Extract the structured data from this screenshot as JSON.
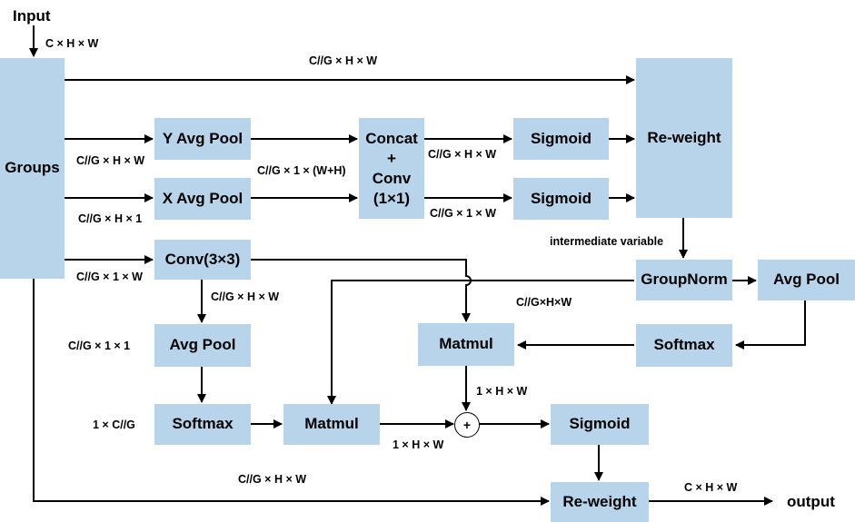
{
  "input_label": "Input",
  "output_label": "output",
  "nodes": {
    "groups": "Groups",
    "y_avg_pool": "Y Avg Pool",
    "x_avg_pool": "X Avg Pool",
    "concat": "Concat\n+\nConv\n(1×1)",
    "sigmoid_1": "Sigmoid",
    "sigmoid_2": "Sigmoid",
    "reweight_1": "Re-weight",
    "conv3x3": "Conv(3×3)",
    "groupnorm": "GroupNorm",
    "avg_pool_right": "Avg Pool",
    "avg_pool_left": "Avg Pool",
    "softmax_right": "Softmax",
    "matmul_right": "Matmul",
    "softmax_left": "Softmax",
    "matmul_left": "Matmul",
    "plus": "+",
    "sigmoid_3": "Sigmoid",
    "reweight_2": "Re-weight"
  },
  "edge_labels": {
    "input_dims": "C × H × W",
    "top_skip": "C//G × H × W",
    "to_y_pool": "C//G × H × W",
    "to_x_pool": "C//G × H × 1",
    "to_conv3x3": "C//G × 1 × W",
    "pool_to_concat": "C//G × 1 × (W+H)",
    "concat_to_sig1": "C//G × H × W",
    "concat_to_sig2": "C//G × 1 × W",
    "intermediate": "intermediate variable",
    "gn_to_matmul": "C//G×H×W",
    "conv_to_avgpool": "C//G × H × W",
    "avgpool_dims": "C//G × 1 × 1",
    "softmax_dims": "1 × C//G",
    "matmul_r_to_plus": "1 × H × W",
    "matmul_l_to_plus": "1 × H × W",
    "bottom_skip": "C//G × H × W",
    "output_dims": "C × H × W"
  }
}
